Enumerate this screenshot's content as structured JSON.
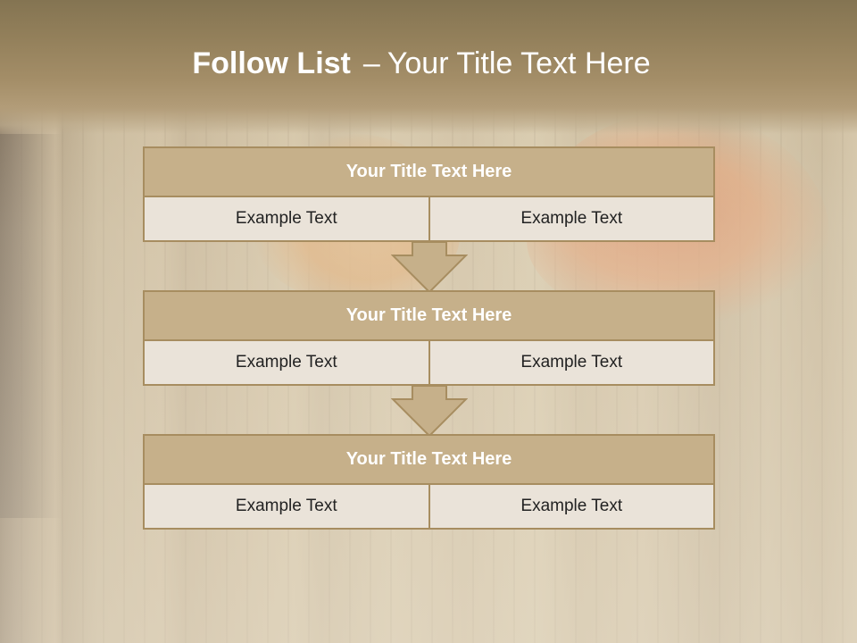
{
  "slide": {
    "title_bold": "Follow List",
    "title_separator": "–",
    "title_rest": "Your Title Text Here"
  },
  "blocks": [
    {
      "title": "Your Title Text Here",
      "left": "Example Text",
      "right": "Example Text"
    },
    {
      "title": "Your Title Text Here",
      "left": "Example Text",
      "right": "Example Text"
    },
    {
      "title": "Your Title Text Here",
      "left": "Example Text",
      "right": "Example Text"
    }
  ],
  "colors": {
    "header_fill": "#c6b08a",
    "border": "#a78d60",
    "cell_fill": "#eae3d9",
    "arrow_fill": "#c6b08a"
  },
  "icons": [
    "arrow-down-icon",
    "arrow-down-icon"
  ]
}
